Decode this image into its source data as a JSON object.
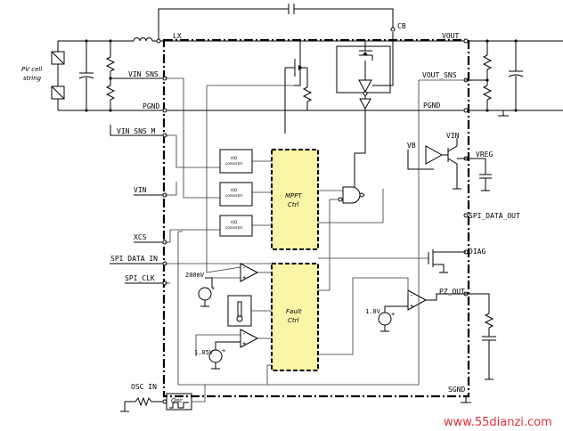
{
  "pins_left": {
    "vin_sns": "VIN_SNS",
    "pgnd": "PGND",
    "vin_sns_m": "VIN_SNS_M",
    "vin": "VIN",
    "xcs": "XCS",
    "spi_data_in": "SPI DATA IN",
    "spi_clk": "SPI_CLK",
    "osc_in": "OSC IN"
  },
  "pins_top": {
    "lx": "LX",
    "cb": "CB"
  },
  "pins_right": {
    "vout": "VOUT",
    "vout_sns": "VOUT_SNS",
    "pgnd": "PGND",
    "vin": "VIN",
    "vb": "VB",
    "vreg": "VREG",
    "spi_data_out": "SPI_DATA_OUT",
    "diag": "DIAG",
    "pz_out": "PZ_OUT",
    "sgnd": "SGND"
  },
  "pv": {
    "line1": "PV cell",
    "line2": "string"
  },
  "adc": {
    "line1": "A/D",
    "line2": "converter"
  },
  "blocks": {
    "mppt_line1": "MPPT",
    "mppt_line2": "Ctrl",
    "fault_line1": "Fault",
    "fault_line2": "Ctrl",
    "osc": "Osc"
  },
  "refs": {
    "r200mv": "200mV",
    "r1v05": "1.05V",
    "r1v0": "1.0V"
  },
  "watermark": "www.55dianzi.com",
  "colors": {
    "block_fill": "#fbf5a8",
    "watermark": "#e0303a"
  }
}
